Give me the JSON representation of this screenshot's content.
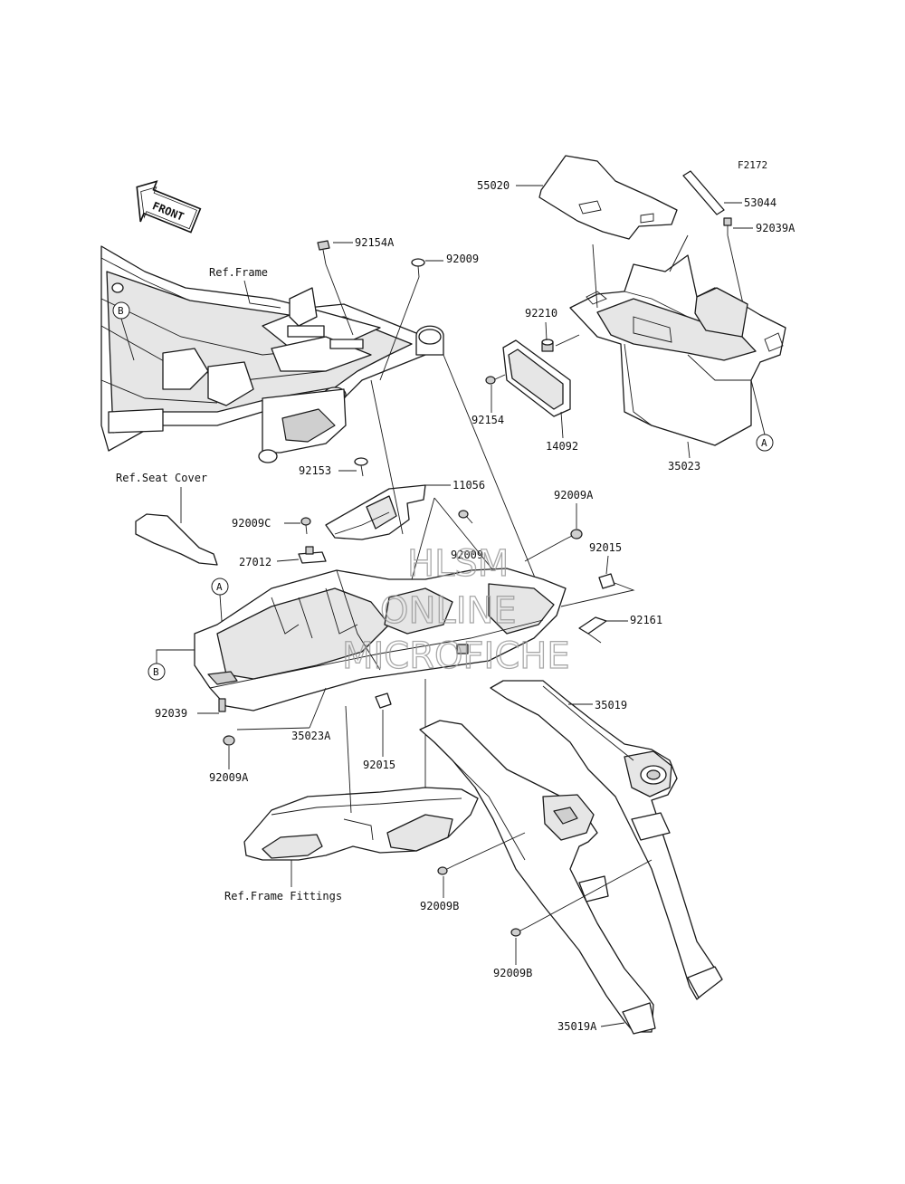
{
  "figure_code": "F2172",
  "front_label": "FRONT",
  "refs": {
    "frame": "Ref.Frame",
    "seat_cover": "Ref.Seat Cover",
    "frame_fittings": "Ref.Frame Fittings"
  },
  "callouts": {
    "a": "A",
    "b": "B"
  },
  "parts": {
    "p55020": "55020",
    "p53044": "53044",
    "p92039A": "92039A",
    "p92154A": "92154A",
    "p92009_top": "92009",
    "p92210": "92210",
    "p92154": "92154",
    "p14092": "14092",
    "p35023": "35023",
    "p92153": "92153",
    "p11056": "11056",
    "p92009A_right": "92009A",
    "p92009C": "92009C",
    "p92009_mid": "92009",
    "p92015_right": "92015",
    "p27012": "27012",
    "p92161": "92161",
    "p35019": "35019",
    "p92039": "92039",
    "p35023A": "35023A",
    "p92015_bottom": "92015",
    "p92009A_left": "92009A",
    "p92009B_upper": "92009B",
    "p92009B_lower": "92009B",
    "p35019A": "35019A"
  },
  "watermark": {
    "line1": "HLSM",
    "line2": "ONLINE",
    "line3": "MICROFICHE"
  }
}
